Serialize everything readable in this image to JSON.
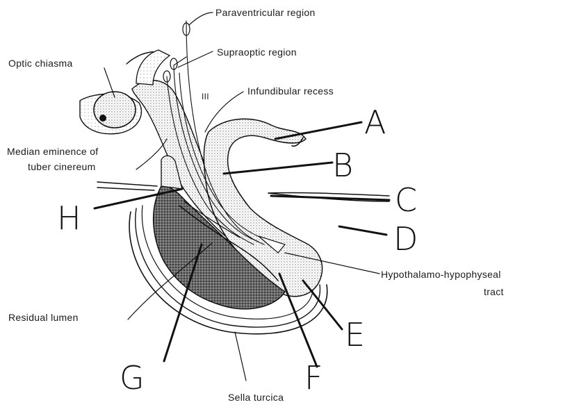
{
  "labels": {
    "paraventricular": "Paraventricular region",
    "supraoptic": "Supraoptic region",
    "optic_chiasma": "Optic chiasma",
    "ventricle": "III",
    "infundibular": "Infundibular recess",
    "median_eminence_1": "Median eminence of",
    "median_eminence_2": "tuber cinereum",
    "tract_1": "Hypothalamo-hypophyseal",
    "tract_2": "tract",
    "residual_lumen": "Residual lumen",
    "sella_turcica": "Sella turcica"
  },
  "letters": {
    "A": "A",
    "B": "B",
    "C": "C",
    "D": "D",
    "E": "E",
    "F": "F",
    "G": "G",
    "H": "H"
  }
}
